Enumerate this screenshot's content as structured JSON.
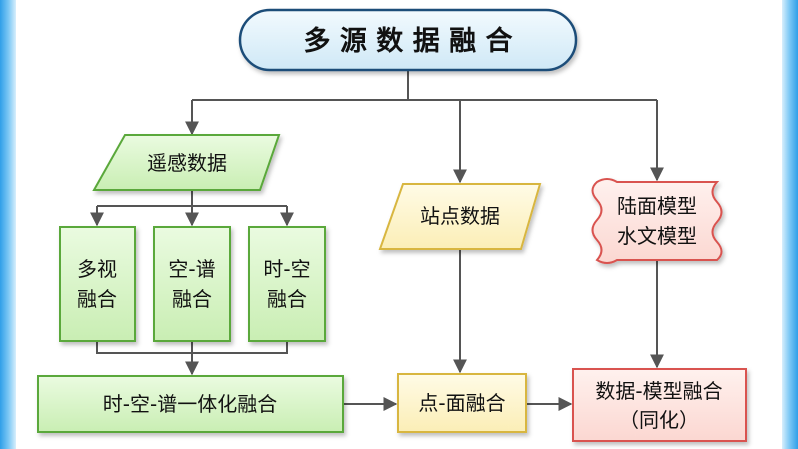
{
  "title": "多 源 数 据 融 合",
  "remote_sensing": "遥感数据",
  "multi_view": [
    "多视",
    "融合"
  ],
  "spatial_spectral": [
    "空-谱",
    "融合"
  ],
  "spatial_temporal": [
    "时-空",
    "融合"
  ],
  "integrated_fusion": "时-空-谱一体化融合",
  "station_data": "站点数据",
  "point_surface_fusion": "点-面融合",
  "models": [
    "陆面模型",
    "水文模型"
  ],
  "data_model_fusion": [
    "数据-模型融合",
    "（同化）"
  ],
  "colors": {
    "title_fill": "#daeef8",
    "green_fill": "#d6f3c4",
    "green_stroke": "#5aa83a",
    "yellow_fill": "#fff6cf",
    "yellow_stroke": "#d8b640",
    "red_fill": "#fde3df",
    "red_stroke": "#d9534f",
    "connector": "#555555",
    "side_bar": "#2f9fe8"
  }
}
